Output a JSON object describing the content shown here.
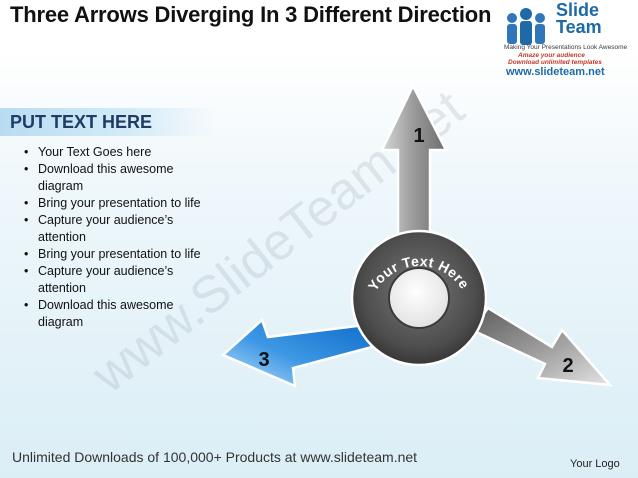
{
  "title": "Three Arrows Diverging In 3 Different Direction",
  "logo": {
    "name_line1": "Slide",
    "name_line2": "Team",
    "tagline": "Making Your Presentations Look Awesome",
    "promo1": "Amaze your audience",
    "promo2": "Download unlimited templates",
    "url": "www.slideteam.net"
  },
  "sidebar": {
    "heading": "PUT  TEXT HERE",
    "bullets": [
      "Your Text Goes here",
      "Download this awesome diagram",
      "Bring your presentation to life",
      "Capture your audience’s attention",
      "Bring your presentation to life",
      "Capture your audience’s attention",
      "Download this awesome diagram"
    ]
  },
  "diagram": {
    "center_text": "Your Text Here",
    "arrow1_label": "1",
    "arrow2_label": "2",
    "arrow3_label": "3"
  },
  "watermark": "www.SlideTeam.net",
  "footer": "Unlimited Downloads of 100,000+ Products at www.slideteam.net",
  "your_logo": "Your Logo",
  "colors": {
    "gray_arrow": "#8a8a8a",
    "blue_arrow": "#2a86d6",
    "ring": "#4f4f4f",
    "heading": "#1f3b66"
  }
}
